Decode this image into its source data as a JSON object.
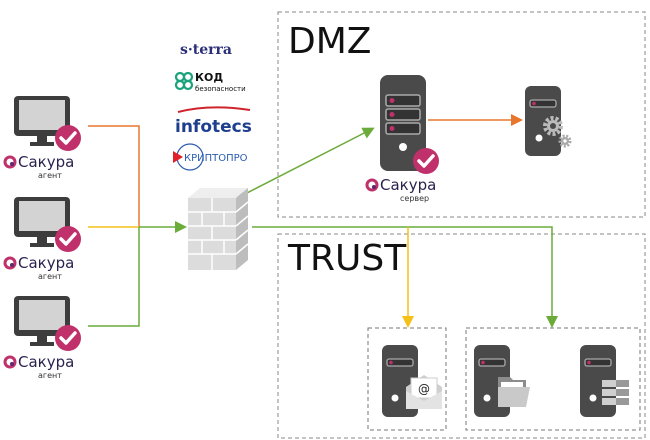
{
  "zones": {
    "dmz": {
      "label": "DMZ"
    },
    "trust": {
      "label": "TRUST"
    }
  },
  "agents": [
    {
      "brand": "Сакура",
      "role": "агент",
      "link_color": "#e8772e"
    },
    {
      "brand": "Сакура",
      "role": "агент",
      "link_color": "#f5c118"
    },
    {
      "brand": "Сакура",
      "role": "агент",
      "link_color": "#6aab3a"
    }
  ],
  "server": {
    "brand": "Сакура",
    "role": "сервер"
  },
  "partner_logos": [
    {
      "name": "s-terra",
      "text": "s·terra"
    },
    {
      "name": "kod-bezopasnosti",
      "text": "КОД",
      "subtext": "безопасности"
    },
    {
      "name": "infotecs",
      "text": "infotecs"
    },
    {
      "name": "kriptopro",
      "text": "КРИПТОПРО"
    }
  ],
  "colors": {
    "orange": "#e8772e",
    "yellow": "#f5c118",
    "green": "#6aab3a",
    "accent": "#c0306a",
    "server_body": "#4a4a4a",
    "brick": "#d9d9d9"
  }
}
